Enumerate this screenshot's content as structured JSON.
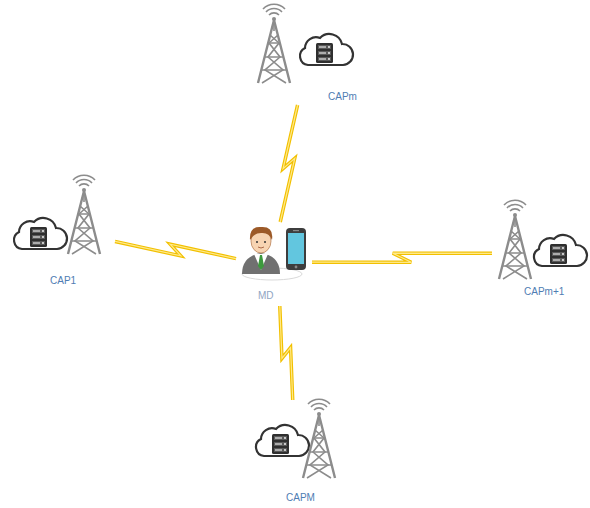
{
  "diagram": {
    "nodes": [
      {
        "text": [
          "CAPm"
        ]
      },
      {
        "text": [
          "CAP1"
        ]
      },
      {
        "text": [
          "MD"
        ]
      },
      {
        "text": [
          "CAPm+1"
        ]
      },
      {
        "text": [
          "CAPM"
        ]
      }
    ],
    "edges": [
      {
        "from": 2,
        "to": 0,
        "arrow": "none"
      },
      {
        "from": 2,
        "to": 1,
        "arrow": "none"
      },
      {
        "from": 2,
        "to": 3,
        "arrow": "none"
      },
      {
        "from": 2,
        "to": 4,
        "arrow": "none"
      }
    ]
  }
}
